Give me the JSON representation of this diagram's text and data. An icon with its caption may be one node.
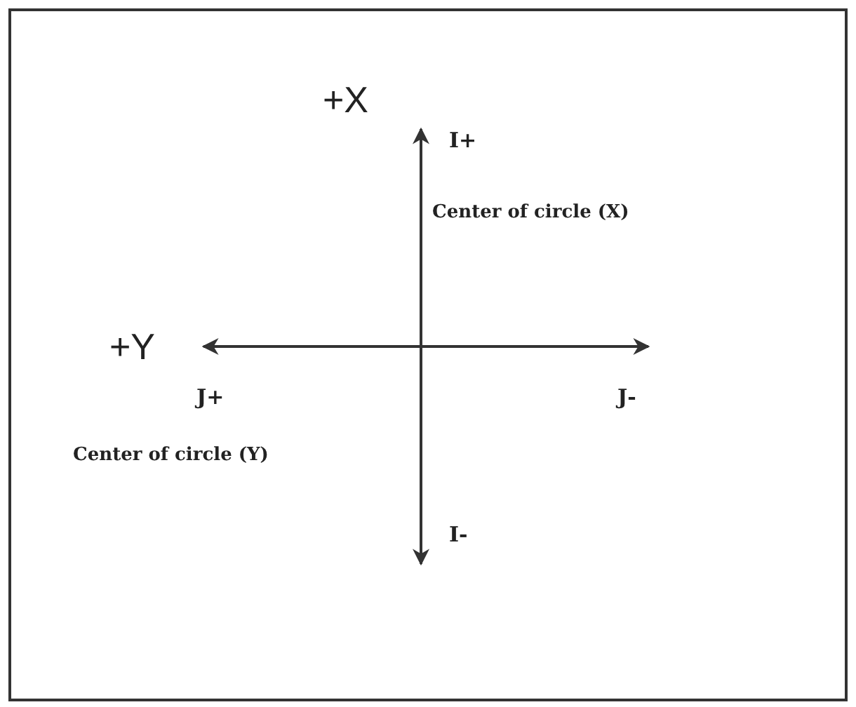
{
  "diagram": {
    "labels": [
      "+X",
      "I+",
      "Center of circle (X)",
      "+Y",
      "J+",
      "J-",
      "Center of circle (Y)",
      "I-"
    ]
  }
}
